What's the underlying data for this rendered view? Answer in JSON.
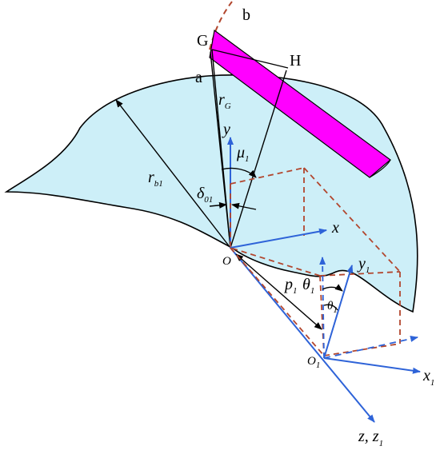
{
  "colors": {
    "region_fill": "#cdeff8",
    "region_stroke": "#000000",
    "tool_fill": "#ff00ff",
    "blue_axis": "#2e63d8",
    "red_dashed": "#b2462e",
    "black_line": "#000000"
  },
  "labels": {
    "point_b": "b",
    "point_G": "G",
    "point_H": "H",
    "point_a": "a",
    "rG_main": "r",
    "rG_sub": "G",
    "rb1_main": "r",
    "rb1_sub": "b1",
    "y_axis": "y",
    "mu1_main": "μ",
    "mu1_sub": "1",
    "delta01_main": "δ",
    "delta01_sub": "01",
    "x_axis": "x",
    "origin_O": "O",
    "p1_main": "p",
    "p1_sub": "1",
    "theta1_main": "θ",
    "theta1_sub": "1",
    "theta1b_main": "θ",
    "theta1b_sub": "1",
    "y1_main": "y",
    "y1_sub": "1",
    "O1_main": "O",
    "O1_sub": "1",
    "x1_main": "x",
    "x1_sub": "1",
    "z_axis": "z, z",
    "z_sub": "1"
  }
}
